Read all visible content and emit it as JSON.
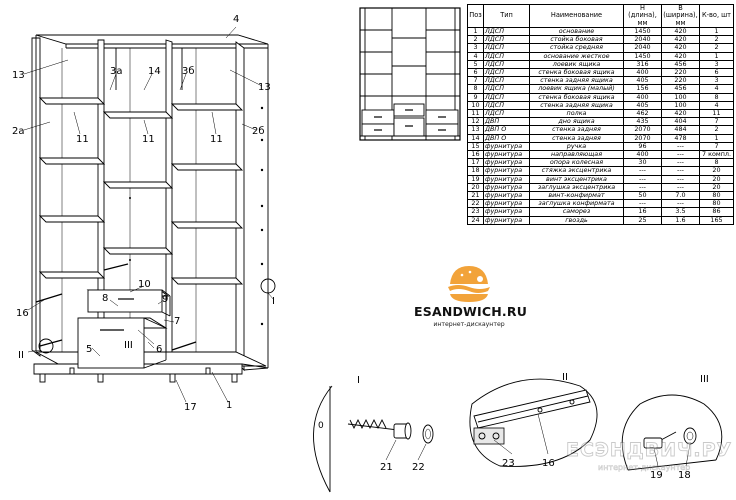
{
  "parts_table": {
    "headers": [
      "Поз",
      "Тип",
      "Наименование",
      "H (длина), мм",
      "B (ширина), мм",
      "К-во, шт"
    ],
    "rows": [
      [
        "1",
        "ЛДСП",
        "основание",
        "1450",
        "420",
        "1"
      ],
      [
        "2",
        "ЛДСП",
        "стойка боковая",
        "2040",
        "420",
        "2"
      ],
      [
        "3",
        "ЛДСП",
        "стойка средняя",
        "2040",
        "420",
        "2"
      ],
      [
        "4",
        "ЛДСП",
        "основание жесткое",
        "1450",
        "420",
        "1"
      ],
      [
        "5",
        "ЛДСП",
        "лоевик ящика",
        "316",
        "456",
        "3"
      ],
      [
        "6",
        "ЛДСП",
        "стенка боковая ящика",
        "400",
        "220",
        "6"
      ],
      [
        "7",
        "ЛДСП",
        "стенка задняя ящика",
        "405",
        "220",
        "3"
      ],
      [
        "8",
        "ЛДСП",
        "лоевик ящика (малый)",
        "156",
        "456",
        "4"
      ],
      [
        "9",
        "ЛДСП",
        "стенка боковая ящика",
        "400",
        "100",
        "8"
      ],
      [
        "10",
        "ЛДСП",
        "стенка задняя ящика",
        "405",
        "100",
        "4"
      ],
      [
        "11",
        "ЛДСП",
        "полка",
        "462",
        "420",
        "11"
      ],
      [
        "12",
        "ДВП",
        "дно ящика",
        "435",
        "404",
        "7"
      ],
      [
        "13",
        "ДВП О",
        "стенка задняя",
        "2070",
        "484",
        "2"
      ],
      [
        "14",
        "ДВП О",
        "стенка задняя",
        "2070",
        "478",
        "1"
      ],
      [
        "15",
        "фурнитура",
        "ручка",
        "96",
        "---",
        "7"
      ],
      [
        "16",
        "фурнитура",
        "направляющая",
        "400",
        "---",
        "7 компл."
      ],
      [
        "17",
        "фурнитура",
        "опора колесная",
        "30",
        "---",
        "8"
      ],
      [
        "18",
        "фурнитура",
        "стяжка эксцентрика",
        "---",
        "---",
        "20"
      ],
      [
        "19",
        "фурнитура",
        "винт эксцентрика",
        "---",
        "---",
        "20"
      ],
      [
        "20",
        "фурнитура",
        "заглушка эксцентрика",
        "---",
        "---",
        "20"
      ],
      [
        "21",
        "фурнитура",
        "винт-конфирмат",
        "50",
        "7.0",
        "80"
      ],
      [
        "22",
        "фурнитура",
        "заглушка конфирмата",
        "---",
        "---",
        "80"
      ],
      [
        "23",
        "фурнитура",
        "саморез",
        "16",
        "3.5",
        "86"
      ],
      [
        "24",
        "фурнитура",
        "гвоздь",
        "25",
        "1.6",
        "165"
      ]
    ]
  },
  "callouts": {
    "c1": "1",
    "c2a": "2а",
    "c2b": "2б",
    "c3a": "3а",
    "c3b": "3б",
    "c4": "4",
    "c5": "5",
    "c6": "6",
    "c7": "7",
    "c8": "8",
    "c9": "9",
    "c10": "10",
    "c11a": "11",
    "c11b": "11",
    "c11c": "11",
    "c13a": "13",
    "c13b": "13",
    "c14": "14",
    "c16": "16",
    "c17": "17",
    "cI": "I",
    "cII": "II",
    "cIII": "III",
    "c21": "21",
    "c22": "22",
    "c23": "23",
    "c16d": "16",
    "c19": "19",
    "c18": "18"
  },
  "details": {
    "detail1": "I",
    "detail2": "II",
    "detail3": "III"
  },
  "logo": {
    "brand": "ESANDWICH.RU",
    "tagline": "интернет-дискаунтер",
    "icon": "sandwich-icon"
  },
  "watermark": {
    "brand": "ЕСЭНДВИЧ.РУ",
    "tagline": "интернет-дискаунтер"
  }
}
